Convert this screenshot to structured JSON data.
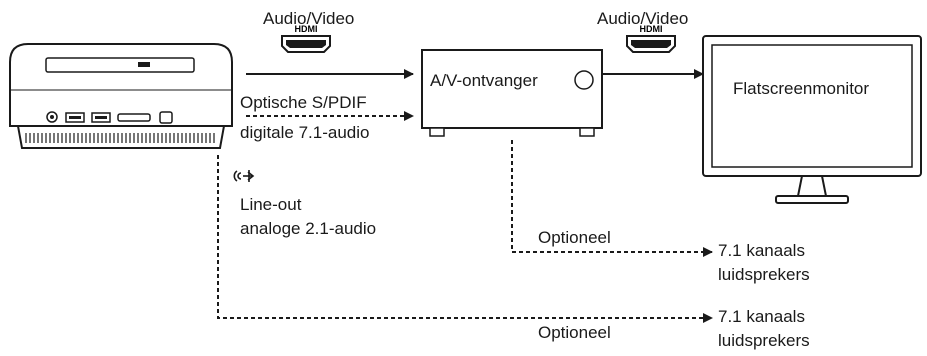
{
  "labels": {
    "av_left": "Audio/Video",
    "av_right": "Audio/Video",
    "hdmi_logo": "HDMI",
    "receiver": "A/V-ontvanger",
    "monitor": "Flatscreenmonitor",
    "optical_line1": "Optische S/PDIF",
    "optical_line2": "digitale 7.1-audio",
    "lineout_line1": "Line-out",
    "lineout_line2": "analoge 2.1-audio",
    "optional_upper": "Optioneel",
    "optional_lower": "Optioneel",
    "speakers_upper_line1": "7.1 kanaals",
    "speakers_upper_line2": "luidsprekers",
    "speakers_lower_line1": "7.1 kanaals",
    "speakers_lower_line2": "luidsprekers"
  },
  "icons": {
    "hdmi": "hdmi-port-icon",
    "audio_out": "audio-out-icon",
    "headphone": "headphone-jack-icon",
    "usb": "usb-port-icon"
  },
  "colors": {
    "line": "#1a1a1a",
    "fill": "#ffffff",
    "dark": "#222222"
  }
}
